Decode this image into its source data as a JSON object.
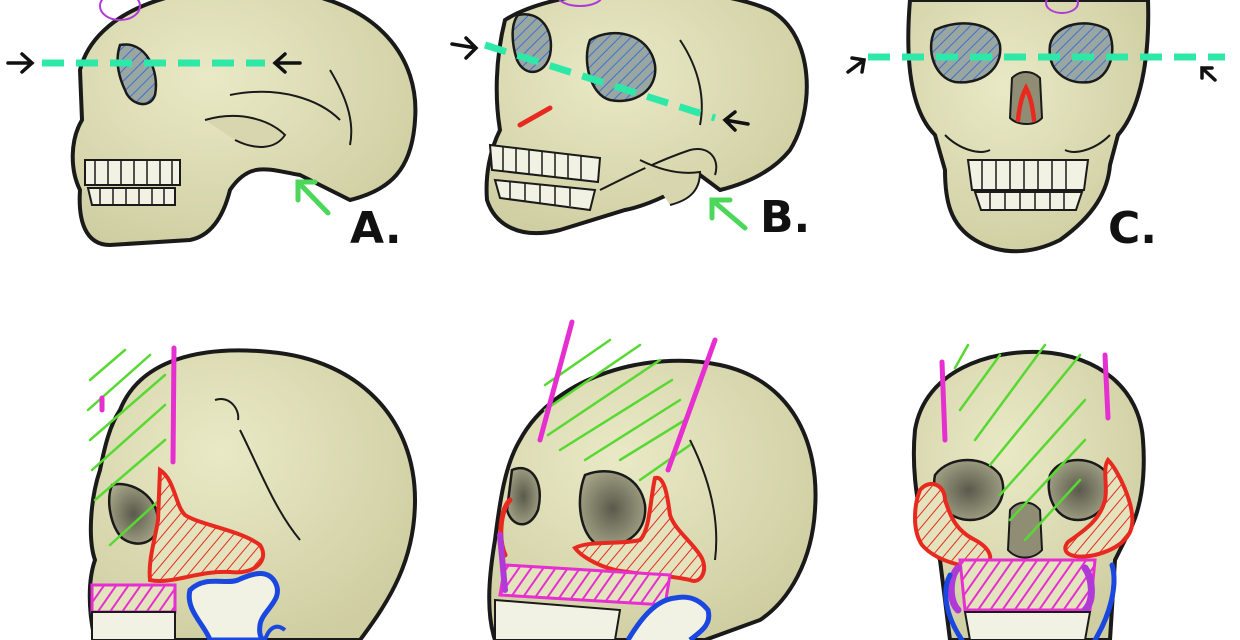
{
  "panels": [
    {
      "id": "a",
      "label": "A."
    },
    {
      "id": "b",
      "label": "B."
    },
    {
      "id": "c",
      "label": "C."
    }
  ],
  "colors": {
    "bone": "#e3e3bd",
    "bone_shadow": "#c9c89b",
    "outline": "#1a1a1a",
    "eye_line": "#2ee8a8",
    "orbit_hatch": "#5a7ed8",
    "arrow_green": "#4cd75a",
    "arrow_black": "#111111",
    "red_zone": "#e8291f",
    "magenta": "#e62fd0",
    "blue_jaw": "#1a47e0",
    "purple": "#b03ad8",
    "green_hatch": "#58d832"
  }
}
